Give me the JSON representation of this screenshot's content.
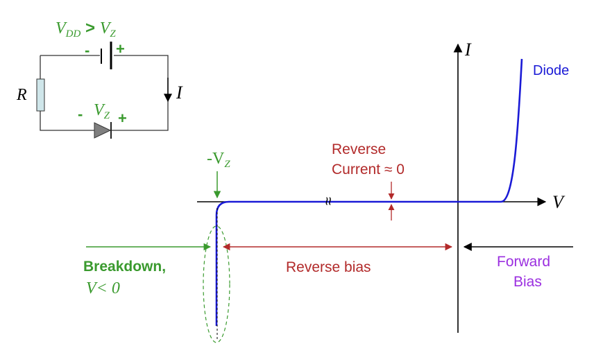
{
  "circuit": {
    "condition_lhs": "V",
    "condition_lhs_sub": "DD",
    "condition_op": " > ",
    "condition_rhs": "V",
    "condition_rhs_sub": "Z",
    "battery_minus": "-",
    "battery_plus": "+",
    "resistor_label": "R",
    "current_label": "I",
    "diode_minus": "-",
    "diode_plus": "+",
    "diode_voltage": "V",
    "diode_voltage_sub": "Z"
  },
  "graph": {
    "y_axis_label": "I",
    "x_axis_label": "V",
    "curve_label": "Diode",
    "neg_vz_prefix": "-V",
    "neg_vz_sub": "Z",
    "reverse_current_line1": "Reverse",
    "reverse_current_line2": "Current ≈ 0",
    "breakdown_line1": "Breakdown,",
    "breakdown_line2": "V< 0",
    "reverse_bias_label": "Reverse bias",
    "forward_bias_line1": "Forward",
    "forward_bias_line2": "Bias",
    "break_mark": "≈"
  },
  "colors": {
    "green": "#3a9a2e",
    "red": "#b22a2a",
    "blue": "#1a1ad6",
    "purple": "#9b2fe0",
    "black": "#000000",
    "resistor_fill": "#cfe6ea"
  }
}
